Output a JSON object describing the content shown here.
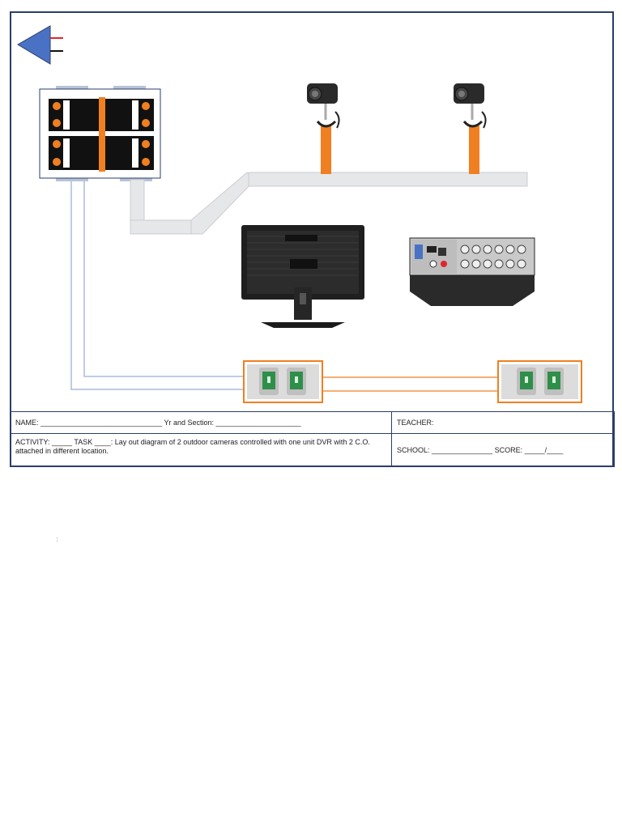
{
  "form": {
    "name_line": "NAME: ______________________________ Yr and Section: _____________________",
    "teacher_line": "TEACHER:",
    "activity_line": "ACTIVITY: _____ TASK ____: Lay out diagram of 2 outdoor cameras controlled with one unit DVR with 2 C.O. attached in different location.",
    "school_line": "SCHOOL: _______________ SCORE: _____/____"
  },
  "stray_mark": "¦",
  "colors": {
    "border": "#2b3d6b",
    "conduit_orange": "#f07f21",
    "plug_blue": "#4a72c4",
    "wire_red": "#e0262b",
    "conduit_gray": "#e6e7e9",
    "outlet_green": "#2f8f4a",
    "wire_blue": "#a8bbe0"
  },
  "icons": {
    "plug": "plug-icon",
    "panel": "electrical-panel-icon",
    "camera": "cctv-camera-icon",
    "monitor": "monitor-rear-icon",
    "dvr": "dvr-rear-panel-icon",
    "outlet": "convenience-outlet-icon"
  }
}
